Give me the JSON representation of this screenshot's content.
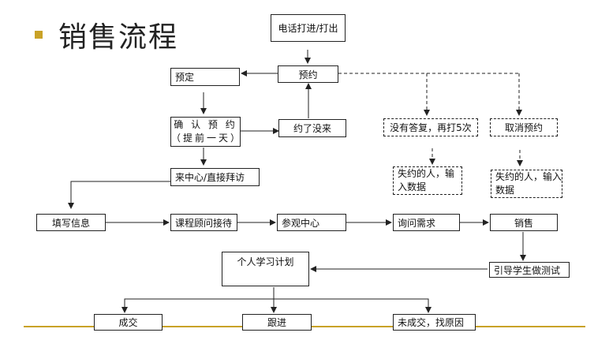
{
  "title": "销售流程",
  "nodes": {
    "phone_call": "电话打进/打出",
    "booking": "预约",
    "reserve": "预定",
    "confirm": "确 认 预 约（提前一天）",
    "no_show": "约了没来",
    "no_answer": "没有答复，再打5次",
    "cancel": "取消预约",
    "lost_input_1": "失约的人，输入数据",
    "lost_input_2": "失约的人，输入数据",
    "visit": "来中心/直接拜访",
    "fill_info": "填写信息",
    "consultant": "课程顾问接待",
    "tour": "参观中心",
    "needs": "询问需求",
    "sales": "销售",
    "guide_test": "引导学生做测试",
    "plan": "个人学习计划",
    "deal": "成交",
    "follow_up": "跟进",
    "no_deal": "未成交，找原因"
  },
  "colors": {
    "accent": "#c9a227",
    "line": "#222222"
  }
}
